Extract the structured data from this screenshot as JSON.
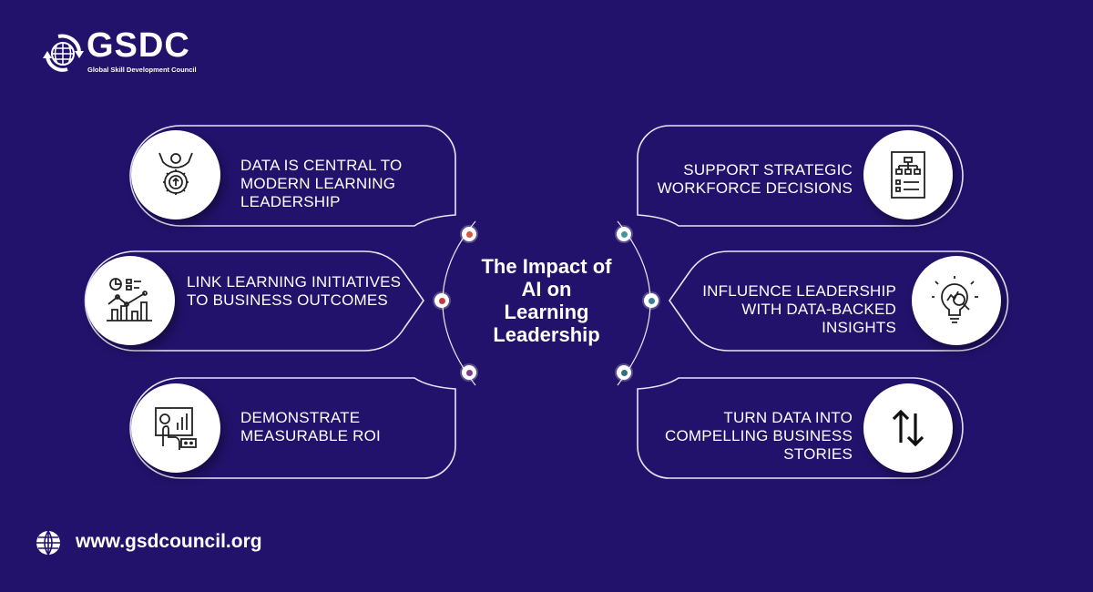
{
  "logo": {
    "name": "GSDC",
    "subtitle": "Global Skill Development Council"
  },
  "title": "The Impact of AI on Learning Leadership",
  "title_lines": [
    "The Impact of",
    "AI on",
    "Learning",
    "Leadership"
  ],
  "left_items": [
    {
      "label": "Data is central to modern learning leadership",
      "icon": "person-gear-icon",
      "dot_color": "#d9553f"
    },
    {
      "label": "Link learning initiatives to business outcomes",
      "icon": "analytics-chart-icon",
      "dot_color": "#c23a3a"
    },
    {
      "label": "Demonstrate measurable ROI",
      "icon": "dashboard-touch-icon",
      "dot_color": "#7a3f8c"
    }
  ],
  "right_items": [
    {
      "label": "Support strategic workforce decisions",
      "icon": "org-chart-document-icon",
      "dot_color": "#3c9aa0"
    },
    {
      "label": "Influence leadership with data-backed insights",
      "icon": "lightbulb-insight-icon",
      "dot_color": "#3a7f95"
    },
    {
      "label": "Turn data into compelling business stories",
      "icon": "up-down-arrows-icon",
      "dot_color": "#2f6f80"
    }
  ],
  "footer": {
    "url": "www.gsdcouncil.org",
    "icon": "globe-icon"
  },
  "colors": {
    "background": "#22126b",
    "outline": "#e8e6f5"
  }
}
